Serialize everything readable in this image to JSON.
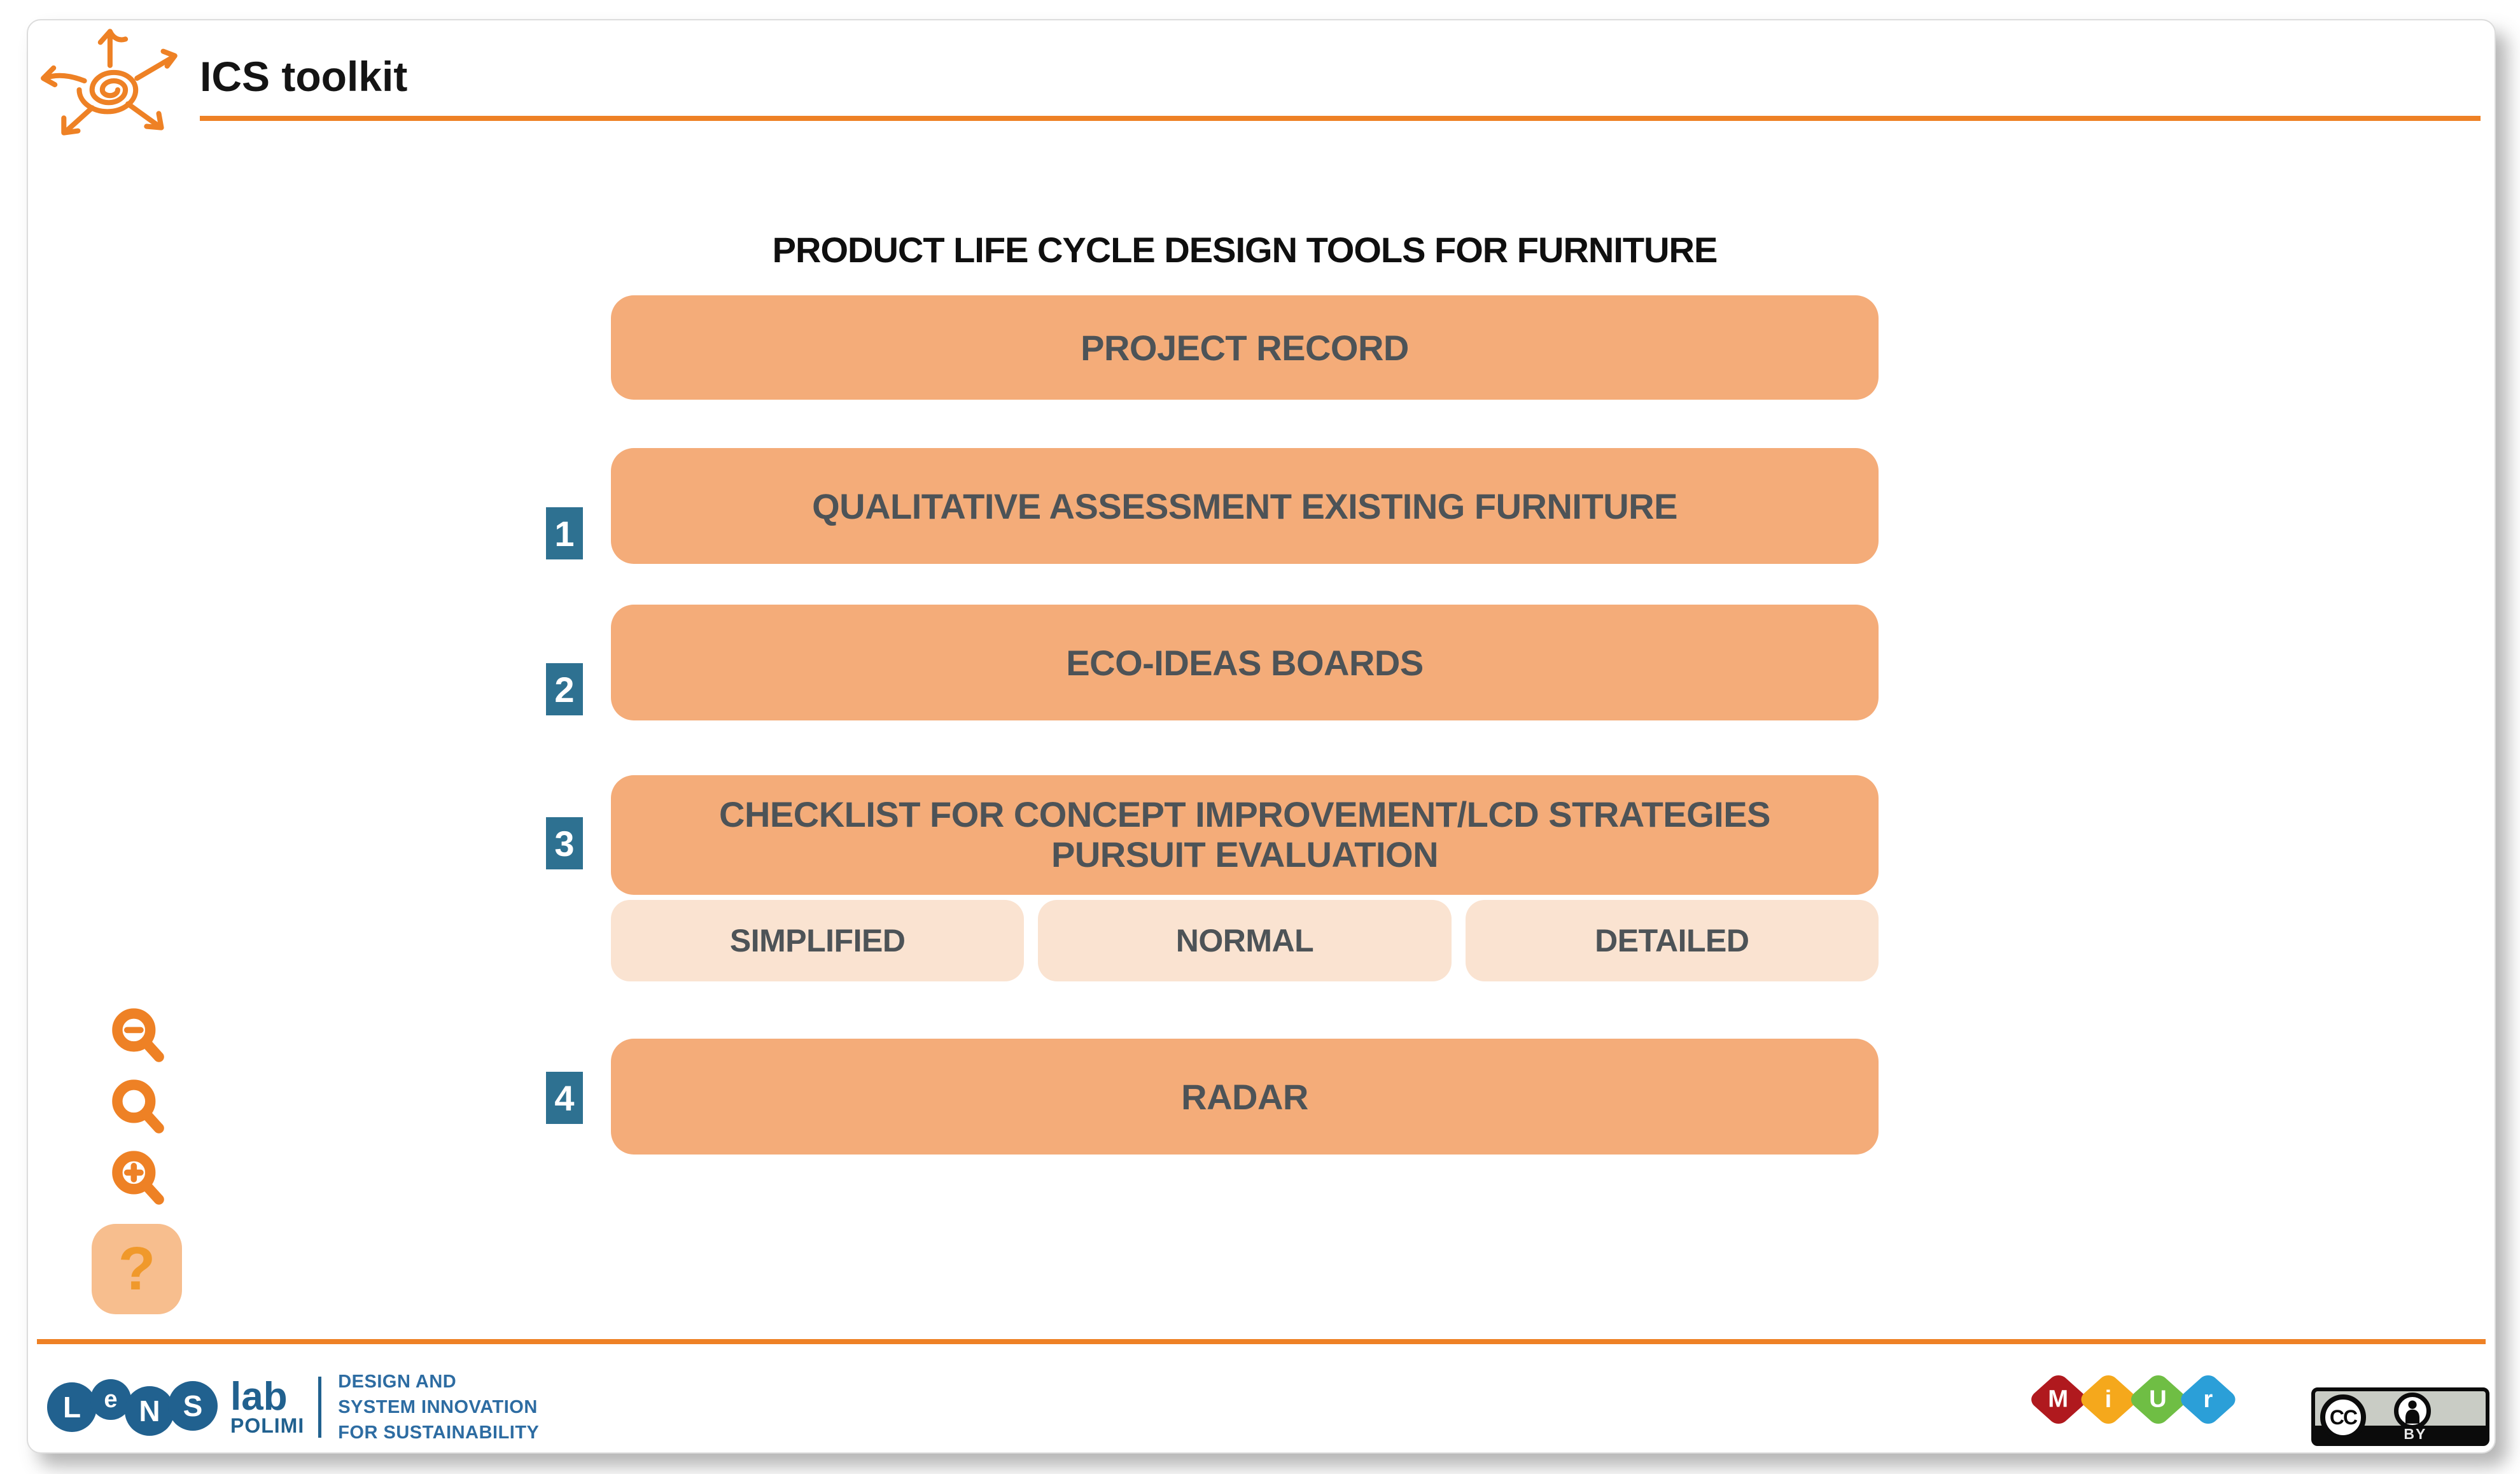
{
  "header": {
    "app_title": "ICS toolkit"
  },
  "main": {
    "title": "PRODUCT LIFE CYCLE DESIGN TOOLS FOR FURNITURE"
  },
  "tools": {
    "project_record_label": "PROJECT RECORD",
    "items": [
      {
        "number": "1",
        "label": "QUALITATIVE ASSESSMENT EXISTING FURNITURE"
      },
      {
        "number": "2",
        "label": "ECO-IDEAS BOARDS"
      },
      {
        "number": "3",
        "label": "CHECKLIST FOR CONCEPT IMPROVEMENT/LCD STRATEGIES PURSUIT EVALUATION"
      },
      {
        "number": "4",
        "label": "RADAR"
      }
    ],
    "checklist_levels": [
      {
        "label": "SIMPLIFIED"
      },
      {
        "label": "NORMAL"
      },
      {
        "label": "DETAILED"
      }
    ]
  },
  "controls": {
    "help_label": "?",
    "zoom_icons": [
      "zoom-out-icon",
      "zoom-icon",
      "zoom-in-icon"
    ]
  },
  "footer": {
    "lens_logo": {
      "letters": [
        "L",
        "e",
        "N",
        "S"
      ],
      "lab": "lab",
      "sub": "POLIMI",
      "tagline": [
        "DESIGN AND",
        "SYSTEM INNOVATION",
        "FOR SUSTAINABILITY"
      ]
    },
    "miur_logo": {
      "letters": [
        "M",
        "i",
        "U",
        "r"
      ],
      "colors": [
        "#b0191e",
        "#f5a81c",
        "#6fbe44",
        "#2b9fd8"
      ]
    },
    "cc_badge": {
      "cc": "CC",
      "license": "BY"
    }
  },
  "colors": {
    "accent": "#ee8125",
    "button": "#f4ac79",
    "button_light": "#fae3d1",
    "button_text": "#4d5357",
    "badge": "#2e7191",
    "navy": "#21618f"
  }
}
